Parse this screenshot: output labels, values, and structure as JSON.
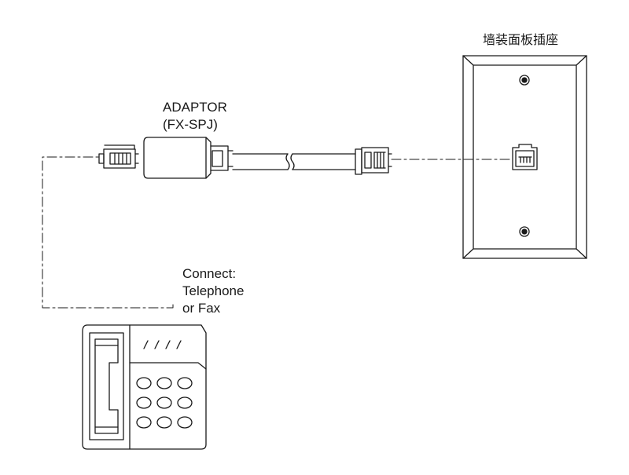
{
  "labels": {
    "adaptor": "ADAPTOR",
    "adaptor_model": "(FX-SPJ)",
    "wall_plate": "墙装面板插座",
    "connect_line1": "Connect:",
    "connect_line2": "Telephone",
    "connect_line3": "or Fax"
  },
  "components": {
    "adaptor_icon": "rj11-adaptor",
    "wall_plate_icon": "wall-jack-plate",
    "phone_icon": "desk-telephone"
  },
  "colors": {
    "stroke": "#1a1a1a",
    "background": "#ffffff"
  }
}
